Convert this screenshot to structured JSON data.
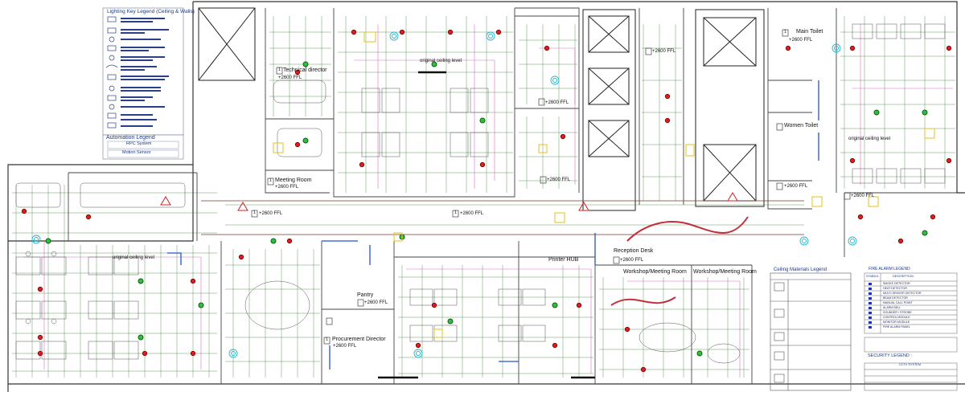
{
  "lighting_legend": {
    "title": "Lighting Key Legend (Ceiling & Walls)"
  },
  "automation_legend": {
    "title": "Automation Legend",
    "items": [
      "RPC System",
      "Motion Sensor"
    ]
  },
  "ceiling_legend": {
    "title": "Ceiling Materials Legend"
  },
  "fire_legend": {
    "title": "FIRE ALARM LEGEND",
    "col_symbol": "SYMBOL",
    "col_description": "DESCRIPTION",
    "items": [
      "SMOKE DETECTOR",
      "HEAT DETECTOR",
      "MULTI-SENSOR DETECTOR",
      "BEAM DETECTOR",
      "MANUAL CALL POINT",
      "ALARM BELL",
      "SOUNDER / STROBE",
      "CONTROL MODULE",
      "MONITOR MODULE",
      "FIRE ALARM PANEL"
    ]
  },
  "security_legend": {
    "title": "SECURITY LEGEND :",
    "subtitle": "CCTV SYSTEM"
  },
  "rooms": {
    "technical_director": "Technical director",
    "meeting_room": "Meeting Room",
    "main_toilet": "Main Toilet",
    "women_toilet": "Women Toilet",
    "reception": "Reception Desk",
    "printer": "Printer HUB",
    "pantry": "Pantry",
    "procurement": "Procurement Director",
    "workshop1": "Workshop/Meeting Room",
    "workshop2": "Workshop/Meeting Room"
  },
  "levels": {
    "ffl": "+2600 FFL",
    "original_ceiling": "original ceiling level"
  },
  "tags": {
    "one": "1"
  }
}
